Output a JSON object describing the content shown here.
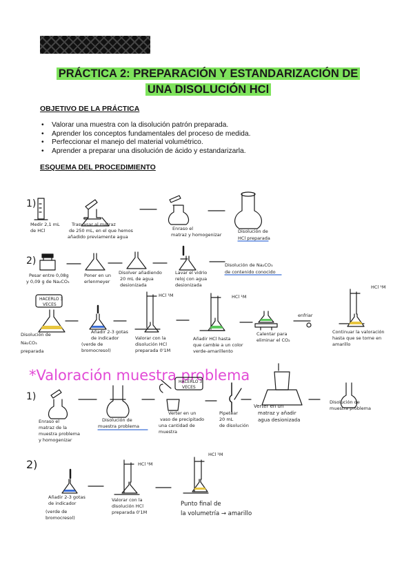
{
  "document": {
    "title": "PRÁCTICA 2: PREPARACIÓN Y ESTANDARIZACIÓN DE UNA DISOLUCIÓN HCl",
    "objective_heading": "OBJETIVO DE LA PRÁCTICA",
    "objectives": [
      "Valorar una muestra con la disolución patrón preparada.",
      "Aprender los conceptos fundamentales del proceso de medida.",
      "Perfeccionar el manejo del material volumétrico.",
      "Aprender a preparar una disolución de ácido y estandarizarla."
    ],
    "procedure_heading": "ESQUEMA DEL PROCEDIMIENTO"
  },
  "sketch": {
    "row1": {
      "num": "1)",
      "s1": [
        "Medir 2,1 mL",
        "de HCl"
      ],
      "s2": [
        "Trasvasar al matraz",
        "de 250 mL, en el que hemos",
        "añadido previamente agua"
      ],
      "s3": [
        "Enraso el",
        "matraz y homogenizar"
      ],
      "s4": [
        "Disolución de",
        "HCl preparada"
      ]
    },
    "row2": {
      "num": "2)",
      "s1": [
        "Pesar entre 0,08g",
        "y 0,09 g de Na₂CO₃"
      ],
      "s2": [
        "Poner en un",
        "erlenmeyer"
      ],
      "s3": [
        "Disolver añadiendo",
        "20 mL de agua",
        "desionizada"
      ],
      "s4": [
        "Lavar el vidrio",
        "reloj con agua",
        "desionizada"
      ],
      "s5": [
        "Disolución de Na₂CO₃",
        "de contenido conocido"
      ]
    },
    "row3": {
      "badge": [
        "HACERLO 3",
        "VECES"
      ],
      "s1": [
        "Disolución de",
        "Na₂CO₃",
        "preparada"
      ],
      "s2": [
        "Añadir 2-3 gotas",
        "de indicador",
        "(verde de",
        "bromocresol)"
      ],
      "s3": [
        "Valorar con la",
        "disolución HCl",
        "preparada 0'1M"
      ],
      "s4": [
        "Añadir HCl hasta",
        "que cambie a un color",
        "verde-amarillento"
      ],
      "s5": [
        "Calentar para",
        "eliminar el CO₂"
      ],
      "s6": [
        "enfriar"
      ],
      "s7": [
        "Continuar la valoración",
        "hasta que se torne en",
        "amarillo"
      ],
      "burette_label": "HCl ¹M"
    },
    "section2": {
      "title": "*Valoración muestra problema",
      "num1": "1)",
      "badge": [
        "HACERLO 3",
        "VECES"
      ],
      "s1": [
        "Enraso el",
        "matraz de la",
        "muestra problema",
        "y homogenizar"
      ],
      "s2": [
        "Disolución de",
        "muestra problema"
      ],
      "s3": [
        "Verter en un",
        "vaso de precipitado",
        "una cantidad de",
        "muestra"
      ],
      "s4": [
        "Pipetear",
        "20 mL",
        "de disolución"
      ],
      "s5": [
        "Verter en un",
        "matraz y añadir",
        "agua desionizada"
      ],
      "s6": [
        "Disolución de",
        "muestra problema"
      ],
      "num2": "2)",
      "t1": [
        "Añadir 2-3 gotas",
        "de indicador",
        "(verde de",
        "bromocresol)"
      ],
      "t2": [
        "Valorar con la",
        "disolución HCl",
        "preparada 0'1M"
      ],
      "t3": [
        "Punto final de",
        "la volumetría → amarillo"
      ],
      "burette_label": "HCl ¹M"
    }
  },
  "colors": {
    "highlight": "#7ee35c",
    "magenta": "#e24ad6",
    "blue": "#3b6fd8",
    "green": "#5cc85c",
    "yellow": "#e8c640",
    "pink": "#f29ad8"
  }
}
